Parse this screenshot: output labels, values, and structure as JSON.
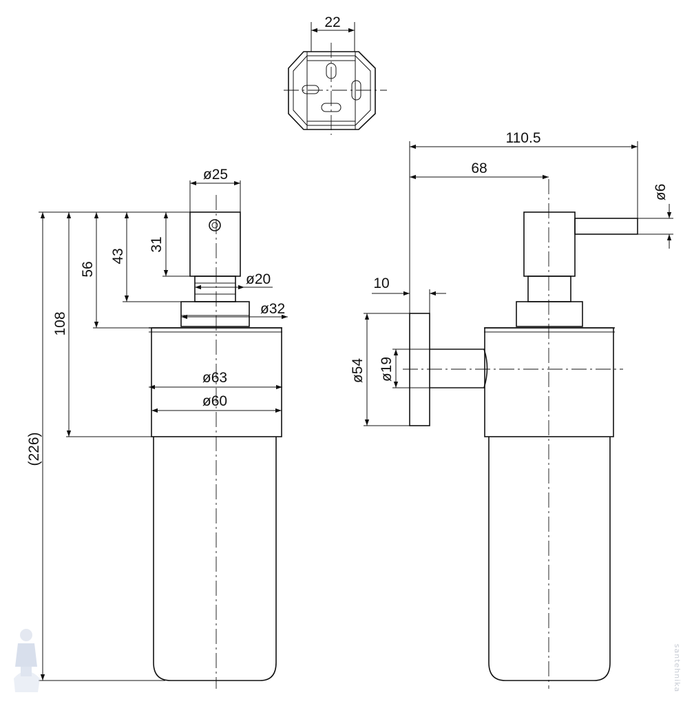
{
  "dimensions": {
    "bracket_width": "22",
    "cap_diameter": "ø25",
    "cap_height": "31",
    "head_height": "43",
    "pump_height": "56",
    "neck_diameter": "ø20",
    "collar_diameter": "ø32",
    "outer_diameter": "ø63",
    "inner_diameter": "ø60",
    "sleeve_height": "108",
    "total_height": "(226)",
    "total_depth": "110.5",
    "axis_offset": "68",
    "spout_diameter": "ø6",
    "plate_thickness": "10",
    "plate_diameter": "ø54",
    "arm_diameter": "ø19"
  },
  "watermark": {
    "side_text": "santehnika"
  },
  "colors": {
    "line": "#111111",
    "background": "#ffffff",
    "watermark": "#c8ccd4"
  }
}
